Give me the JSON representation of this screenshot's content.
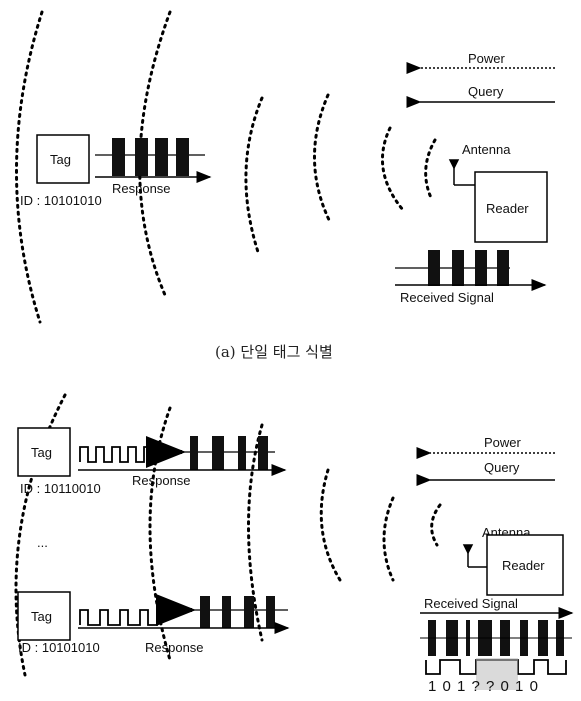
{
  "panel_a": {
    "caption": "(a) 단일 태그 식별",
    "power_label": "Power",
    "query_label": "Query",
    "antenna_label": "Antenna",
    "reader_label": "Reader",
    "tag_label": "Tag",
    "tag_id": "ID : 10101010",
    "response_label": "Response",
    "received_label": "Received Signal"
  },
  "panel_b": {
    "power_label": "Power",
    "query_label": "Query",
    "antenna_label": "Antenna",
    "reader_label": "Reader",
    "tag1_label": "Tag",
    "tag1_id": "ID : 10110010",
    "tag2_label": "Tag",
    "tag2_id": "ID : 10101010",
    "ellipsis": "...",
    "response_label_1": "Response",
    "response_label_2": "Response",
    "received_label": "Received Signal",
    "decoded_bits": "1 0 1 ? ? 0 1 0"
  }
}
